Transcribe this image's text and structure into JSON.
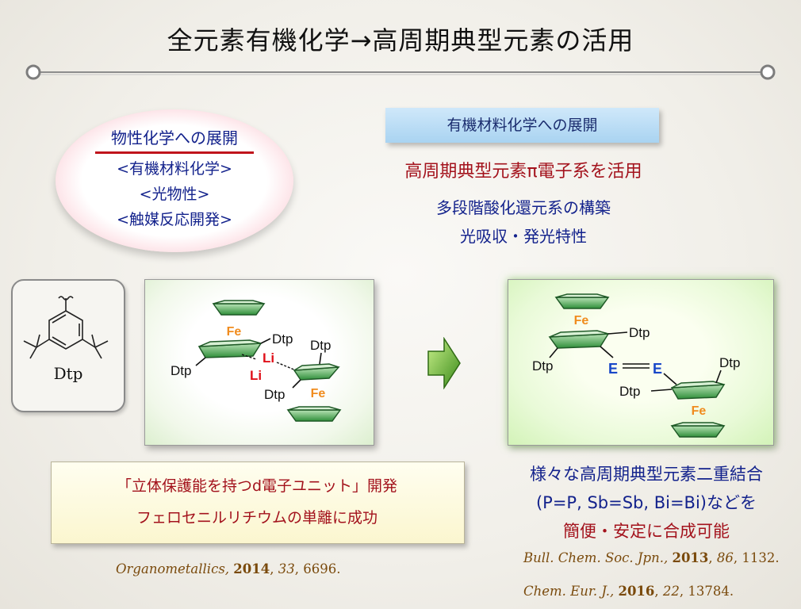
{
  "title": "全元素有機化学→高周期典型元素の活用",
  "left_oval": {
    "heading": "物性化学への展開",
    "items": [
      "<有機材料化学>",
      "<光物性>",
      "<触媒反応開発>"
    ]
  },
  "right_top": {
    "banner": "有機材料化学への展開",
    "pi_line": "高周期典型元素π電子系を活用",
    "lines": [
      "多段階酸化還元系の構築",
      "光吸収・発光特性"
    ]
  },
  "dtp_label": "Dtp",
  "structure1": {
    "fe": "Fe",
    "li": "Li",
    "dtp": "Dtp"
  },
  "structure2": {
    "fe": "Fe",
    "e": "E",
    "dtp": "Dtp"
  },
  "result_box": {
    "line1": "「立体保護能を持つd電子ユニット」開発",
    "line2": "フェロセニルリチウムの単離に成功"
  },
  "right_result": {
    "line1": "様々な高周期典型元素二重結合",
    "line2": "(P=P, Sb=Sb, Bi=Bi)などを",
    "line3": "簡便・安定に合成可能"
  },
  "refs": {
    "ref1": {
      "journal": "Organometallics,",
      "year": "2014",
      "vol": "33",
      "page": "6696."
    },
    "ref2": {
      "journal": "Bull. Chem. Soc. Jpn.,",
      "year": "2013",
      "vol": "86",
      "page": "1132."
    },
    "ref3": {
      "journal": "Chem. Eur. J.,",
      "year": "2016",
      "vol": "22",
      "page": "13784."
    }
  },
  "colors": {
    "accent_blue": "#13228c",
    "accent_red": "#a3121c",
    "fe_orange": "#f08c1e",
    "ring_green": "#2f8f3a"
  }
}
